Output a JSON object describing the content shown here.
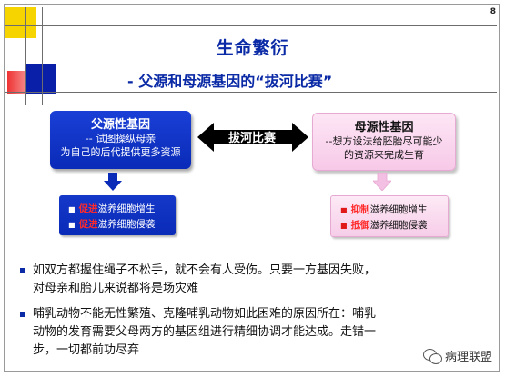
{
  "slide": {
    "page_number": "8"
  },
  "title": "生命繁衍",
  "subtitle": "- 父源和母源基因的“拔河比赛”",
  "paternal": {
    "heading": "父源性基因",
    "line1": "-- 试图操纵母亲",
    "line2": "为自己的后代提供更多资源",
    "effects": [
      {
        "verb": "促进",
        "rest": "滋养细胞增生"
      },
      {
        "verb": "促进",
        "rest": "滋养细胞侵袭"
      }
    ]
  },
  "maternal": {
    "heading": "母源性基因",
    "line1": "--想方设法给胚胎尽可能少",
    "line2": "的资源来完成生育",
    "effects": [
      {
        "verb": "抑制",
        "rest": "滋养细胞增生"
      },
      {
        "verb": "抵御",
        "rest": "滋养细胞侵袭"
      }
    ]
  },
  "center_label": "拔河比赛",
  "bullets": [
    {
      "line1": "如双方都握住绳子不松手，就不会有人受伤。只要一方基因失败，",
      "line2": "对母亲和胎儿来说都将是场灾难",
      "line3": ""
    },
    {
      "line1": "哺乳动物不能无性繁殖、克隆哺乳动物如此困难的原因所在：哺乳",
      "line2": "动物的发育需要父母两方的基因组进行精细协调才能达成。走错一",
      "line3": "步，一切都前功尽弃"
    }
  ],
  "watermark": "病理联盟",
  "colors": {
    "accent_blue": "#0b2aa6",
    "pink": "#f7c9e8",
    "red": "#ff2a2a",
    "yellow": "#f5d400"
  },
  "icons": [
    "wechat-icon",
    "bullet-square-icon",
    "double-arrow-icon",
    "down-arrow-icon"
  ]
}
